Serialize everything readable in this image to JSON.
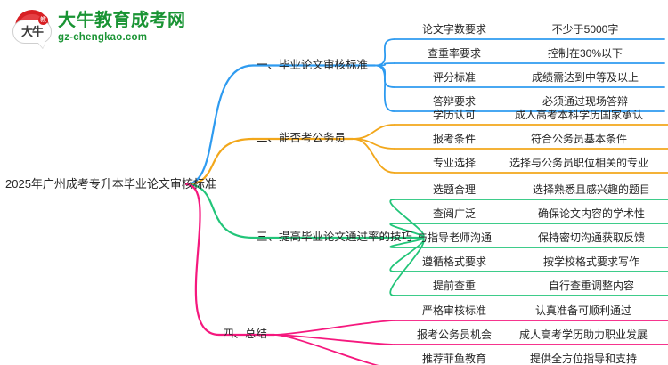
{
  "logo": {
    "mark_text": "大牛",
    "badge_text": "教",
    "title": "大牛教育成考网",
    "url": "gz-chengkao.com"
  },
  "mindmap": {
    "root": "2025年广州成考专升本毕业论文审核标准",
    "colors": {
      "branch1": "#2E9BF0",
      "branch2": "#F2A71B",
      "branch3": "#22C579",
      "branch4": "#F5187E"
    },
    "branches": [
      {
        "label": "一、毕业论文审核标准",
        "color": "#2E9BF0",
        "items": [
          {
            "key": "论文字数要求",
            "value": "不少于5000字"
          },
          {
            "key": "查重率要求",
            "value": "控制在30%以下"
          },
          {
            "key": "评分标准",
            "value": "成绩需达到中等及以上"
          },
          {
            "key": "答辩要求",
            "value": "必须通过现场答辩"
          }
        ]
      },
      {
        "label": "二、能否考公务员",
        "color": "#F2A71B",
        "items": [
          {
            "key": "学历认可",
            "value": "成人高考本科学历国家承认"
          },
          {
            "key": "报考条件",
            "value": "符合公务员基本条件"
          },
          {
            "key": "专业选择",
            "value": "选择与公务员职位相关的专业"
          }
        ]
      },
      {
        "label": "三、提高毕业论文通过率的技巧",
        "color": "#22C579",
        "items": [
          {
            "key": "选题合理",
            "value": "选择熟悉且感兴趣的题目"
          },
          {
            "key": "查阅广泛",
            "value": "确保论文内容的学术性"
          },
          {
            "key": "与指导老师沟通",
            "value": "保持密切沟通获取反馈"
          },
          {
            "key": "遵循格式要求",
            "value": "按学校格式要求写作"
          },
          {
            "key": "提前查重",
            "value": "自行查重调整内容"
          }
        ]
      },
      {
        "label": "四、总结",
        "color": "#F5187E",
        "items": [
          {
            "key": "严格审核标准",
            "value": "认真准备可顺利通过"
          },
          {
            "key": "报考公务员机会",
            "value": "成人高考学历助力职业发展"
          },
          {
            "key": "推荐菲鱼教育",
            "value": "提供全方位指导和支持"
          }
        ]
      }
    ]
  }
}
